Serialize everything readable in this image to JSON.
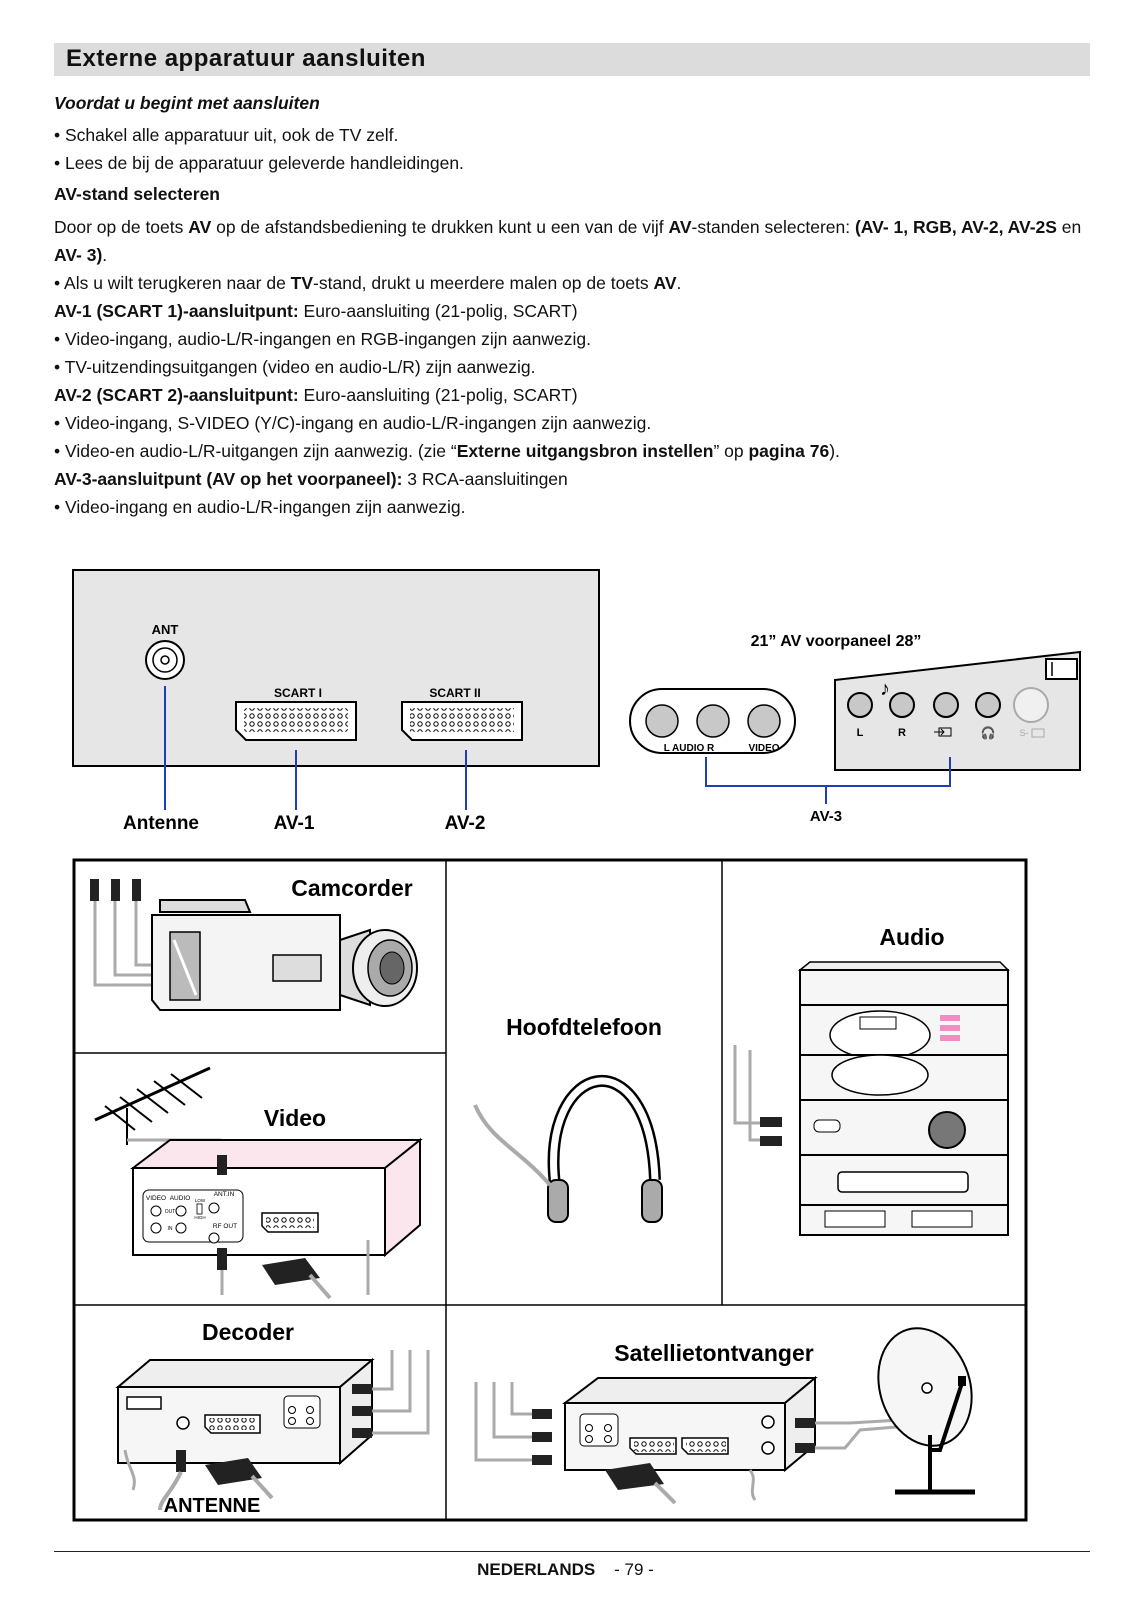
{
  "page": {
    "title": "Externe apparatuur aansluiten",
    "subtitle": "Voordat u begint met aansluiten",
    "bullets_before": [
      "• Schakel alle apparatuur uit, ook de TV zelf.",
      "• Lees de bij de apparatuur geleverde handleidingen."
    ],
    "av_heading": "AV-stand selecteren",
    "av_intro": {
      "t1": "Door op de toets ",
      "b1": "AV",
      "t2": " op de afstandsbediening te drukken kunt u een van de vijf ",
      "b2": "AV",
      "t3": "-standen selecteren: ",
      "b3": "(AV- 1, RGB, AV-2, AV-2S",
      "t4": " en ",
      "b4": "AV- 3)",
      "t5": "."
    },
    "tv_line": {
      "t1": "• Als u wilt terugkeren naar de ",
      "b1": "TV",
      "t2": "-stand, drukt u meerdere malen op de toets ",
      "b2": "AV",
      "t3": "."
    },
    "av1": {
      "label": "AV-1 (SCART 1)-aansluitpunt:",
      "desc": " Euro-aansluiting (21-polig, SCART)",
      "bullets": [
        "• Video-ingang, audio-L/R-ingangen en RGB-ingangen zijn aanwezig.",
        "• TV-uitzendingsuitgangen (video en audio-L/R) zijn aanwezig."
      ]
    },
    "av2": {
      "label": "AV-2 (SCART 2)-aansluitpunt:",
      "desc": " Euro-aansluiting (21-polig, SCART)",
      "bullet1": "• Video-ingang, S-VIDEO (Y/C)-ingang en audio-L/R-ingangen zijn aanwezig.",
      "bullet2": {
        "t1": "• Video-en audio-L/R-uitgangen zijn aanwezig. (zie “",
        "b1": "Externe uitgangsbron instellen",
        "t2": "” op ",
        "b2": "pagina 76",
        "t3": ")."
      }
    },
    "av3": {
      "label": "AV-3-aansluitpunt (AV op het voorpaneel):",
      "desc": " 3 RCA-aansluitingen",
      "bullets": [
        "• Video-ingang en audio-L/R-ingangen zijn aanwezig."
      ]
    }
  },
  "diagram": {
    "back_panel": {
      "ant": "ANT",
      "scart1": "SCART I",
      "scart2": "SCART II",
      "labels": [
        "Antenne",
        "AV-1",
        "AV-2"
      ]
    },
    "front_panel": {
      "header": "21”  AV voorpaneel   28”",
      "rca_labels": "L  AUDIO  R",
      "video": "VIDEO",
      "jack_labels": [
        "L",
        "R",
        "S-"
      ],
      "av3": "AV-3"
    },
    "devices": {
      "camcorder": "Camcorder",
      "audio": "Audio",
      "headphones": "Hoofdtelefoon",
      "video": "Video",
      "decoder": "Decoder",
      "satellite": "Satellietontvanger",
      "antenne": "ANTENNE",
      "vcr_labels": {
        "video": "VIDEO",
        "audio": "AUDIO",
        "out": "OUT",
        "in": "IN",
        "ant_in": "ANT.IN",
        "rf_out": "RF OUT",
        "low": "LOW",
        "high": "HIGH"
      }
    }
  },
  "footer": {
    "language": "NEDERLANDS",
    "page": "- 79 -"
  }
}
